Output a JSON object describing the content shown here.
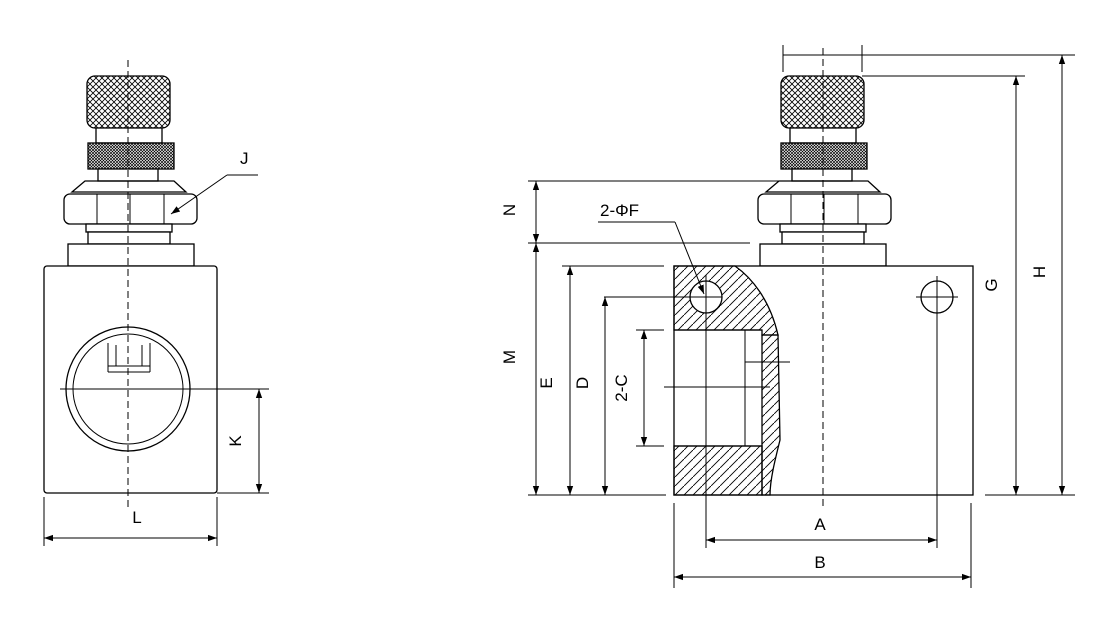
{
  "drawing": {
    "labels": {
      "J": "J",
      "K": "K",
      "L": "L",
      "N": "N",
      "F": "2-ΦF",
      "M": "M",
      "E": "E",
      "D": "D",
      "C": "2-C",
      "G": "G",
      "H": "H",
      "A": "A",
      "B": "B"
    }
  }
}
